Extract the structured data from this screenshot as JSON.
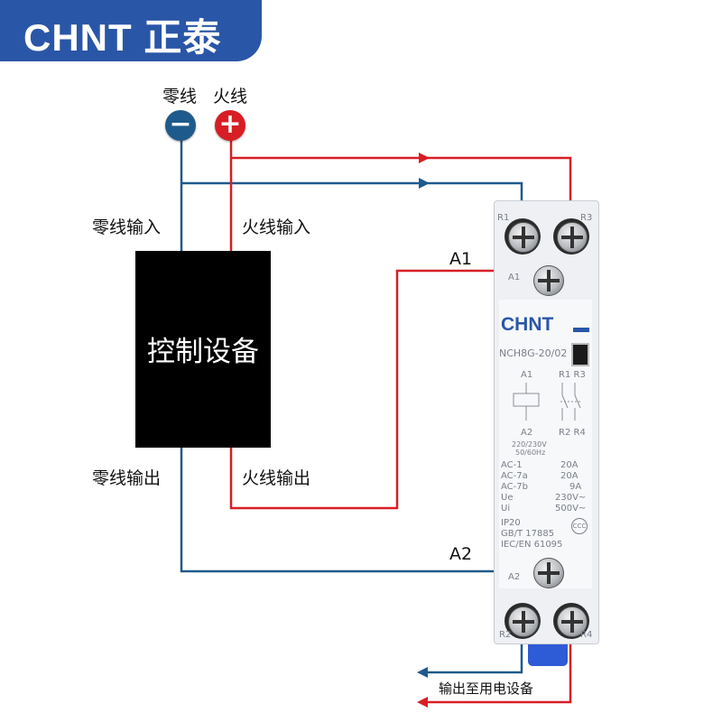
{
  "brand": {
    "logo_text": "CHNT 正泰"
  },
  "terminals": {
    "neutral_label": "零线",
    "live_label": "火线",
    "neutral_symbol": "−",
    "live_symbol": "+"
  },
  "device": {
    "title": "控制设备",
    "neutral_in": "零线输入",
    "live_in": "火线输入",
    "neutral_out": "零线输出",
    "live_out": "火线输出"
  },
  "wire_labels": {
    "a1": "A1",
    "a2": "A2",
    "output": "输出至用电设备"
  },
  "contactor": {
    "brand": "CHNT",
    "model": "NCH8G-20/02",
    "term_r1": "R1",
    "term_r3": "R3",
    "term_a1": "A1",
    "term_a2": "A2",
    "term_r2": "R2",
    "term_r4": "R4",
    "diag_a1": "A1",
    "diag_r1r3": "R1 R3",
    "diag_a2": "A2",
    "diag_r2r4": "R2 R4",
    "rating_voltage": "220/230V",
    "rating_freq": "50/60Hz",
    "specs": [
      {
        "name": "AC-1",
        "value": "20A"
      },
      {
        "name": "AC-7a",
        "value": "20A"
      },
      {
        "name": "AC-7b",
        "value": "9A"
      },
      {
        "name": "Ue",
        "value": "230V~"
      },
      {
        "name": "Ui",
        "value": "500V~"
      }
    ],
    "ip": "IP20",
    "std1": "GB/T 17885",
    "std2": "IEC/EN 61095",
    "cert": "CCC"
  },
  "colors": {
    "neutral_wire": "#1f5a8c",
    "live_wire": "#d81e25",
    "brand_blue": "#2a56a7",
    "device_fill": "#000000"
  }
}
